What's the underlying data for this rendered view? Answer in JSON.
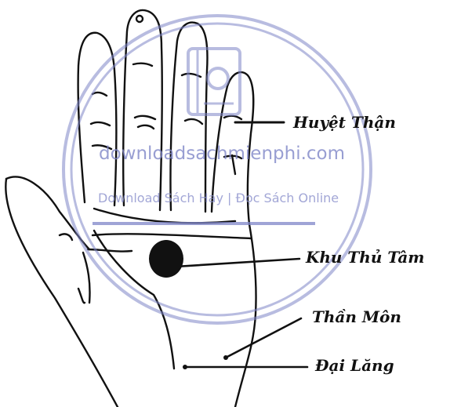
{
  "labels": {
    "huyet_than": "Huyệt Thận",
    "khu_thu_tam": "Khu Thủ Tâm",
    "than_mon": "Thần Môn",
    "dai_lang": "Đại Lăng"
  },
  "watermark": {
    "site": "downloadsachmienphi.com",
    "tagline": "Download Sách Hay | Đọc Sách Online",
    "color": "#7f86c8"
  },
  "colors": {
    "ink": "#111111",
    "background": "#ffffff"
  }
}
